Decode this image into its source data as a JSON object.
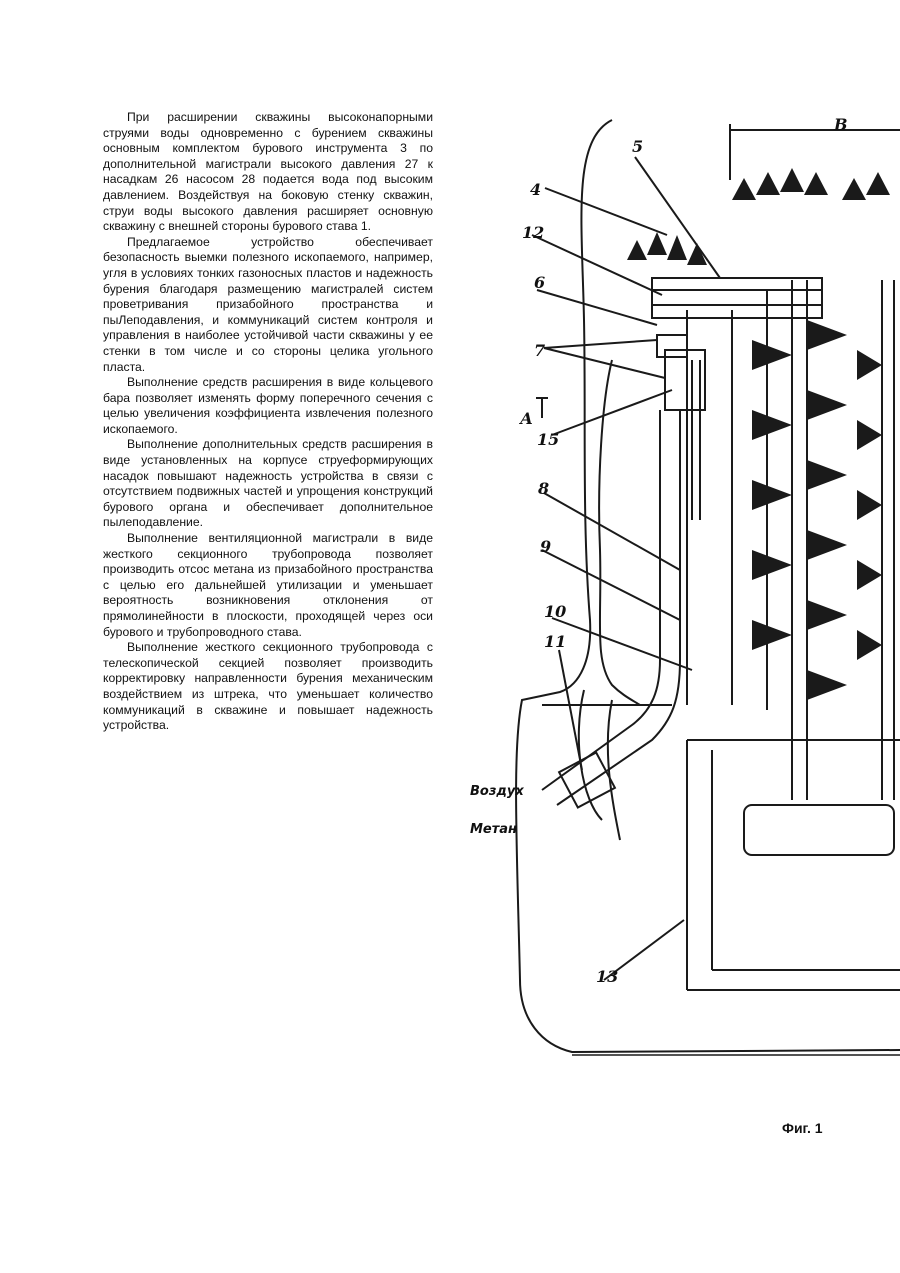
{
  "paragraphs": [
    "При расширении скважины высоконапорными струями воды одновременно с бурением скважины основным комплектом бурового инструмента 3 по дополнительной магистрали высокого давления 27 к насадкам 26 насосом 28 подается вода под высоким давлением. Воздействуя на боковую стенку скважин, струи воды высокого давления расширяет основную скважину с внешней стороны бурового става 1.",
    "Предлагаемое устройство обеспечивает безопасность выемки полезного ископаемого, например, угля в условиях тонких газоносных пластов и надежность бурения благодаря размещению магистралей систем проветривания призабойного пространства и пыЛеподавления, и коммуникаций систем контроля и управления в наиболее устойчивой части скважины у ее стенки в том числе и со стороны целика угольного пласта.",
    "Выполнение средств расширения в виде кольцевого бара позволяет изменять форму поперечного сечения с целью увеличения коэффициента извлечения полезного ископаемого.",
    "Выполнение дополнительных средств расширения в виде установленных на корпусе струеформирующих насадок повышают надежность устройства в связи с отсутствием подвижных частей и упрощения конструкций бурового органа и обеспечивает дополнительное пылеподавление.",
    "Выполнение вентиляционной магистрали в виде жесткого секционного трубопровода позволяет производить отсос метана из призабойного пространства с целью его дальнейшей утилизации и уменьшает вероятность возникновения отклонения от прямолинейности в плоскости, проходящей через оси бурового и трубопроводного става.",
    "Выполнение жесткого секционного трубопровода с телескопической секцией позволяет производить корректировку направленности бурения механическим воздействием из штрека, что уменьшает количество коммуникаций в скважине и повышает надежность устройства."
  ],
  "figure": {
    "labels": {
      "l4": "4",
      "l5": "5",
      "l12": "12",
      "l6": "6",
      "l7": "7",
      "lA": "А",
      "l15": "15",
      "l8": "8",
      "l9": "9",
      "l10": "10",
      "l11": "11",
      "l13": "13",
      "lB": "В"
    },
    "side_labels": {
      "air": "Воздух",
      "methane": "Метан"
    },
    "caption": "Фиг. 1"
  }
}
